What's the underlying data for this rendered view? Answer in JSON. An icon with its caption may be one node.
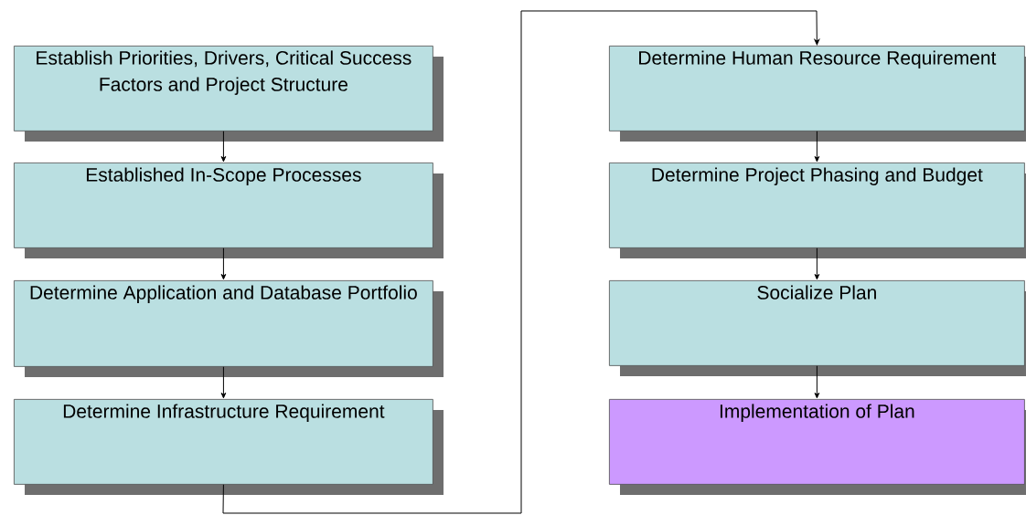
{
  "diagram": {
    "nodes": [
      {
        "text": [
          "Establish Priorities, Drivers, Critical Success Factors and Project Structure"
        ]
      },
      {
        "text": [
          "Established In-Scope Processes"
        ]
      },
      {
        "text": [
          "Determine Application and Database Portfolio"
        ]
      },
      {
        "text": [
          "Determine Infrastructure Requirement"
        ]
      },
      {
        "text": [
          "Determine Human Resource Requirement"
        ]
      },
      {
        "text": [
          "Determine Project Phasing and Budget"
        ]
      },
      {
        "text": [
          "Socialize Plan"
        ]
      },
      {
        "text": [
          "Implementation of Plan"
        ]
      }
    ],
    "edges": [
      {
        "from": 0,
        "to": 1,
        "arrow": "to"
      },
      {
        "from": 1,
        "to": 2,
        "arrow": "to"
      },
      {
        "from": 2,
        "to": 3,
        "arrow": "to"
      },
      {
        "from": 3,
        "to": 4,
        "arrow": "to"
      },
      {
        "from": 4,
        "to": 5,
        "arrow": "to"
      },
      {
        "from": 5,
        "to": 6,
        "arrow": "to"
      },
      {
        "from": 6,
        "to": 7,
        "arrow": "to"
      }
    ]
  }
}
